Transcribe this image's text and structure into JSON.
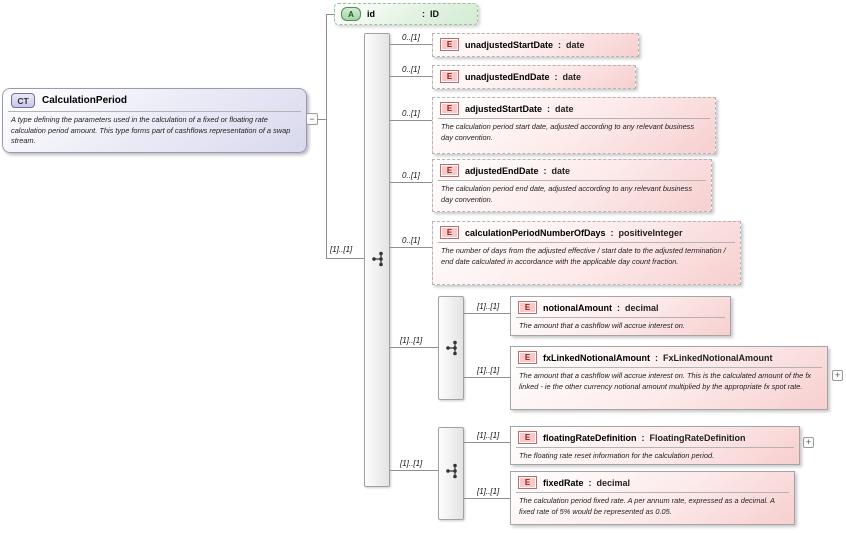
{
  "labels": {
    "colon": ":",
    "element_badge": "E",
    "attribute_badge": "A",
    "complex_type_badge": "CT"
  },
  "icons": {
    "collapse": "−",
    "expand": "+",
    "compositor": "dot-fork-sequence"
  },
  "complex_type": {
    "name": "CalculationPeriod",
    "annotation": "A type defining the parameters used in the calculation of a fixed or floating rate calculation period amount. This type forms part of cashflows representation of a swap stream."
  },
  "attribute": {
    "name": "id",
    "type": "ID"
  },
  "sequence": {
    "cardinality": "[1]..[1]"
  },
  "elements": [
    {
      "name": "unadjustedStartDate",
      "type": "date",
      "cardinality": "0..[1]"
    },
    {
      "name": "unadjustedEndDate",
      "type": "date",
      "cardinality": "0..[1]"
    },
    {
      "name": "adjustedStartDate",
      "type": "date",
      "cardinality": "0..[1]",
      "annotation": "The calculation period start date, adjusted according to any relevant business day convention."
    },
    {
      "name": "adjustedEndDate",
      "type": "date",
      "cardinality": "0..[1]",
      "annotation": "The calculation period end date, adjusted according to any relevant business day convention."
    },
    {
      "name": "calculationPeriodNumberOfDays",
      "type": "positiveInteger",
      "cardinality": "0..[1]",
      "annotation": "The number of days from the adjusted effective / start date to the adjusted termination / end date calculated in accordance with the applicable day count fraction."
    }
  ],
  "choices": [
    {
      "cardinality": "[1]..[1]",
      "elements": [
        {
          "name": "notionalAmount",
          "type": "decimal",
          "cardinality": "[1]..[1]",
          "annotation": "The amount that a cashflow will accrue interest on."
        },
        {
          "name": "fxLinkedNotionalAmount",
          "type": "FxLinkedNotionalAmount",
          "cardinality": "[1]..[1]",
          "annotation": "The amount that a cashflow will accrue interest on. This is the calculated amount of the fx linked - ie the other currency notional amount multiplied by the appropriate fx spot rate."
        }
      ]
    },
    {
      "cardinality": "[1]..[1]",
      "elements": [
        {
          "name": "floatingRateDefinition",
          "type": "FloatingRateDefinition",
          "cardinality": "[1]..[1]",
          "annotation": "The floating rate reset information for the calculation period."
        },
        {
          "name": "fixedRate",
          "type": "decimal",
          "cardinality": "[1]..[1]",
          "annotation": "The calculation period fixed rate. A per annum rate, expressed as a decimal. A fixed rate of 5% would be represented as 0.05."
        }
      ]
    }
  ]
}
